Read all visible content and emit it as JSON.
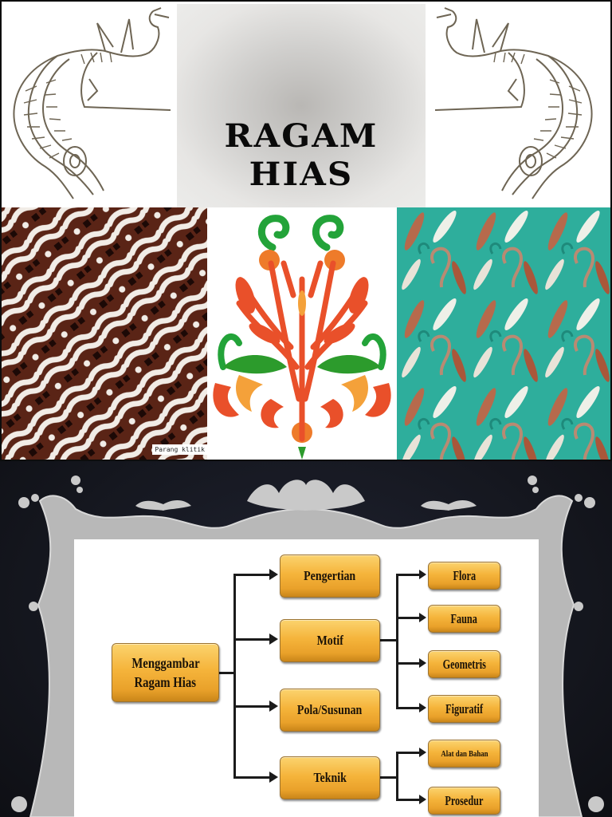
{
  "slide1": {
    "title_line1": "RAGAM",
    "title_line2": "HIAS",
    "images": [
      {
        "name": "peacock-left",
        "description": "Line-art peacock ornament"
      },
      {
        "name": "peacock-right",
        "description": "Mirrored line-art peacock ornament"
      },
      {
        "name": "batik-parang-klitik",
        "caption": "Parang klitik"
      },
      {
        "name": "floral-embroidery",
        "description": "Orange and green floral embroidery motif"
      },
      {
        "name": "teal-feather-fabric",
        "description": "Teal fabric with feather motif"
      }
    ]
  },
  "slide2": {
    "diagram": {
      "root": "Menggambar Ragam Hias",
      "root_line1": "Menggambar",
      "root_line2": "Ragam Hias",
      "branches": [
        {
          "label": "Pengertian",
          "children": []
        },
        {
          "label": "Motif",
          "children": [
            "Flora",
            "Fauna",
            "Geometris",
            "Figuratif"
          ]
        },
        {
          "label": "Pola/Susunan",
          "children": []
        },
        {
          "label": "Teknik",
          "children": [
            "Alat dan Bahan",
            "Prosedur"
          ]
        }
      ]
    },
    "colors": {
      "box_fill": "#f5b43b",
      "connector": "#1b1b1b",
      "frame": "#b9b9b9",
      "background": "#15171f"
    }
  }
}
